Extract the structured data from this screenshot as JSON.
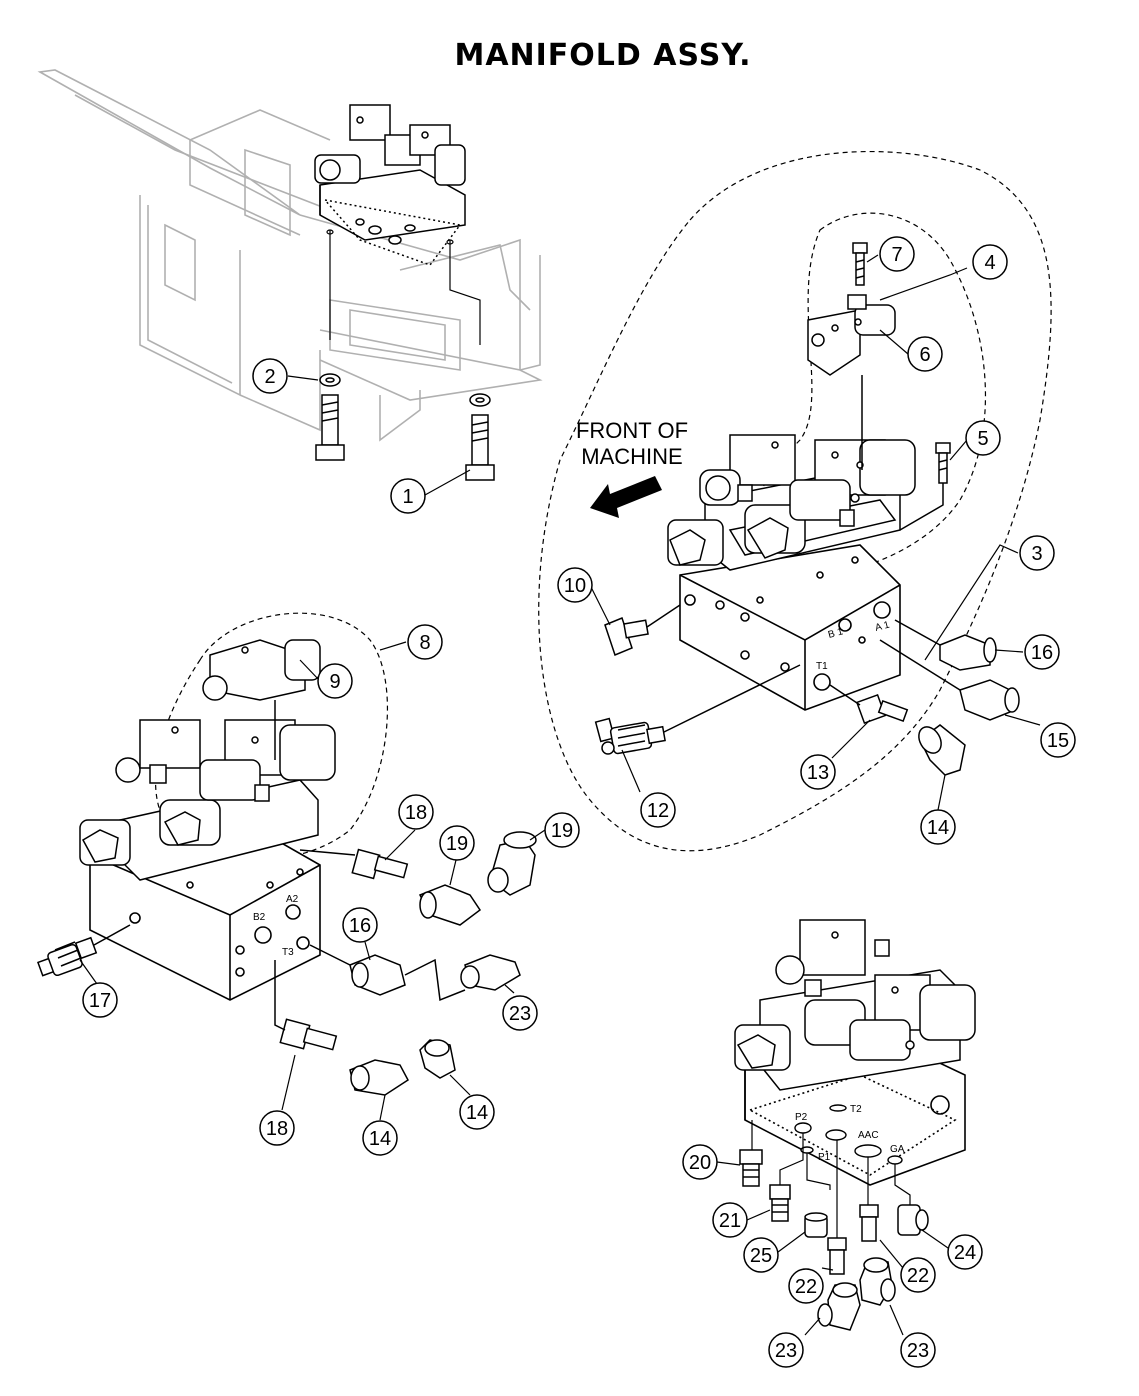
{
  "title": "MANIFOLD ASSY.",
  "front_label": [
    "FRONT OF",
    "MACHINE"
  ],
  "callouts": [
    "1",
    "2",
    "3",
    "4",
    "5",
    "6",
    "7",
    "8",
    "9",
    "10",
    "12",
    "13",
    "14",
    "15",
    "16",
    "17",
    "18",
    "19",
    "20",
    "21",
    "22",
    "23",
    "24",
    "25"
  ],
  "port_labels": {
    "main_b1": "B 1",
    "main_a1": "A 1",
    "main_t1": "T1",
    "left_b2": "B2",
    "left_a2": "A2",
    "left_t3": "T3",
    "bottom_p2": "P2",
    "bottom_p1": "P1",
    "bottom_t2": "T2",
    "bottom_aac": "AAC",
    "bottom_ga": "GA"
  },
  "colors": {
    "line": "#000000",
    "faded": "#b0b0b0",
    "background": "#ffffff"
  }
}
